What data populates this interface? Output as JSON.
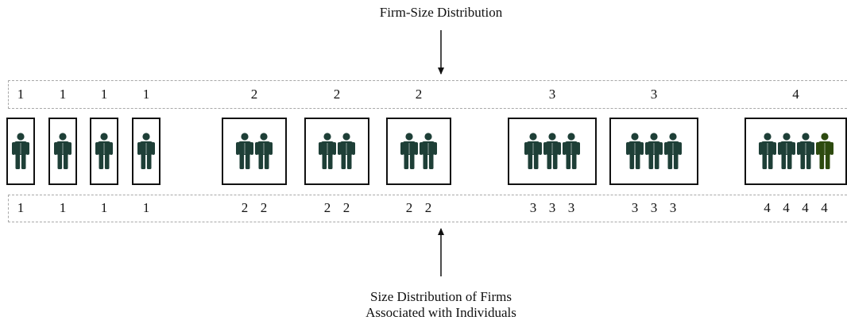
{
  "top_label": "Firm-Size Distribution",
  "bottom_label_line1": "Size Distribution of Firms",
  "bottom_label_line2": "Associated with Individuals",
  "colors": {
    "person": "#1e3f37",
    "person_highlight": "#2d4a0f",
    "box": "#111111",
    "band": "#a8a8a8"
  },
  "firms": [
    {
      "size": 1,
      "firm_label": "1",
      "person_labels": [
        "1"
      ]
    },
    {
      "size": 1,
      "firm_label": "1",
      "person_labels": [
        "1"
      ]
    },
    {
      "size": 1,
      "firm_label": "1",
      "person_labels": [
        "1"
      ]
    },
    {
      "size": 1,
      "firm_label": "1",
      "person_labels": [
        "1"
      ]
    },
    {
      "size": 2,
      "firm_label": "2",
      "person_labels": [
        "2",
        "2"
      ]
    },
    {
      "size": 2,
      "firm_label": "2",
      "person_labels": [
        "2",
        "2"
      ]
    },
    {
      "size": 2,
      "firm_label": "2",
      "person_labels": [
        "2",
        "2"
      ]
    },
    {
      "size": 3,
      "firm_label": "3",
      "person_labels": [
        "3",
        "3",
        "3"
      ]
    },
    {
      "size": 3,
      "firm_label": "3",
      "person_labels": [
        "3",
        "3",
        "3"
      ]
    },
    {
      "size": 4,
      "firm_label": "4",
      "person_labels": [
        "4",
        "4",
        "4",
        "4"
      ],
      "highlight_last": true
    }
  ]
}
